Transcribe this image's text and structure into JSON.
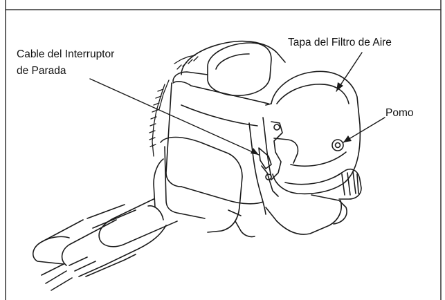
{
  "labels": {
    "stop_switch_cable_line1": "Cable del Interruptor",
    "stop_switch_cable_line2": "de Parada",
    "air_filter_cover": "Tapa del Filtro de Aire",
    "knob": "Pomo"
  },
  "colors": {
    "line": "#1a1a1a",
    "frame": "#333333",
    "background": "#ffffff"
  }
}
